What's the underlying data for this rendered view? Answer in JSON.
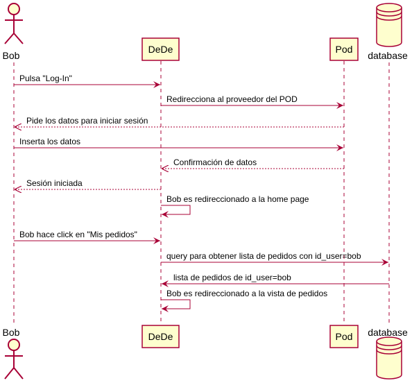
{
  "participants": {
    "bob": {
      "label": "Bob",
      "kind": "actor"
    },
    "dede": {
      "label": "DeDe",
      "kind": "participant"
    },
    "pod": {
      "label": "Pod",
      "kind": "participant"
    },
    "database": {
      "label": "database",
      "kind": "database"
    }
  },
  "messages": [
    {
      "from": "bob",
      "to": "dede",
      "style": "solid",
      "text": "Pulsa \"Log-In\""
    },
    {
      "from": "dede",
      "to": "pod",
      "style": "solid",
      "text": "Redirecciona al proveedor del POD"
    },
    {
      "from": "pod",
      "to": "bob",
      "style": "dashed",
      "text": "Pide los datos para iniciar sesión"
    },
    {
      "from": "bob",
      "to": "pod",
      "style": "solid",
      "text": "Inserta los datos"
    },
    {
      "from": "pod",
      "to": "dede",
      "style": "dashed",
      "text": "Confirmación de datos"
    },
    {
      "from": "dede",
      "to": "bob",
      "style": "dashed",
      "text": "Sesión iniciada"
    },
    {
      "from": "dede",
      "to": "dede",
      "style": "self",
      "text": "Bob es redireccionado a la home page"
    },
    {
      "from": "bob",
      "to": "dede",
      "style": "solid",
      "text": "Bob hace click en \"Mis pedidos\""
    },
    {
      "from": "dede",
      "to": "database",
      "style": "solid",
      "text": "query para obtener lista de pedidos con id_user=bob"
    },
    {
      "from": "database",
      "to": "dede",
      "style": "solid",
      "text": "lista de pedidos de id_user=bob"
    },
    {
      "from": "dede",
      "to": "dede",
      "style": "self",
      "text": "Bob es redireccionado a la vista de pedidos"
    }
  ],
  "colors": {
    "line": "#A80036",
    "box_fill": "#FEFECE",
    "lifeline": "#A80036"
  }
}
